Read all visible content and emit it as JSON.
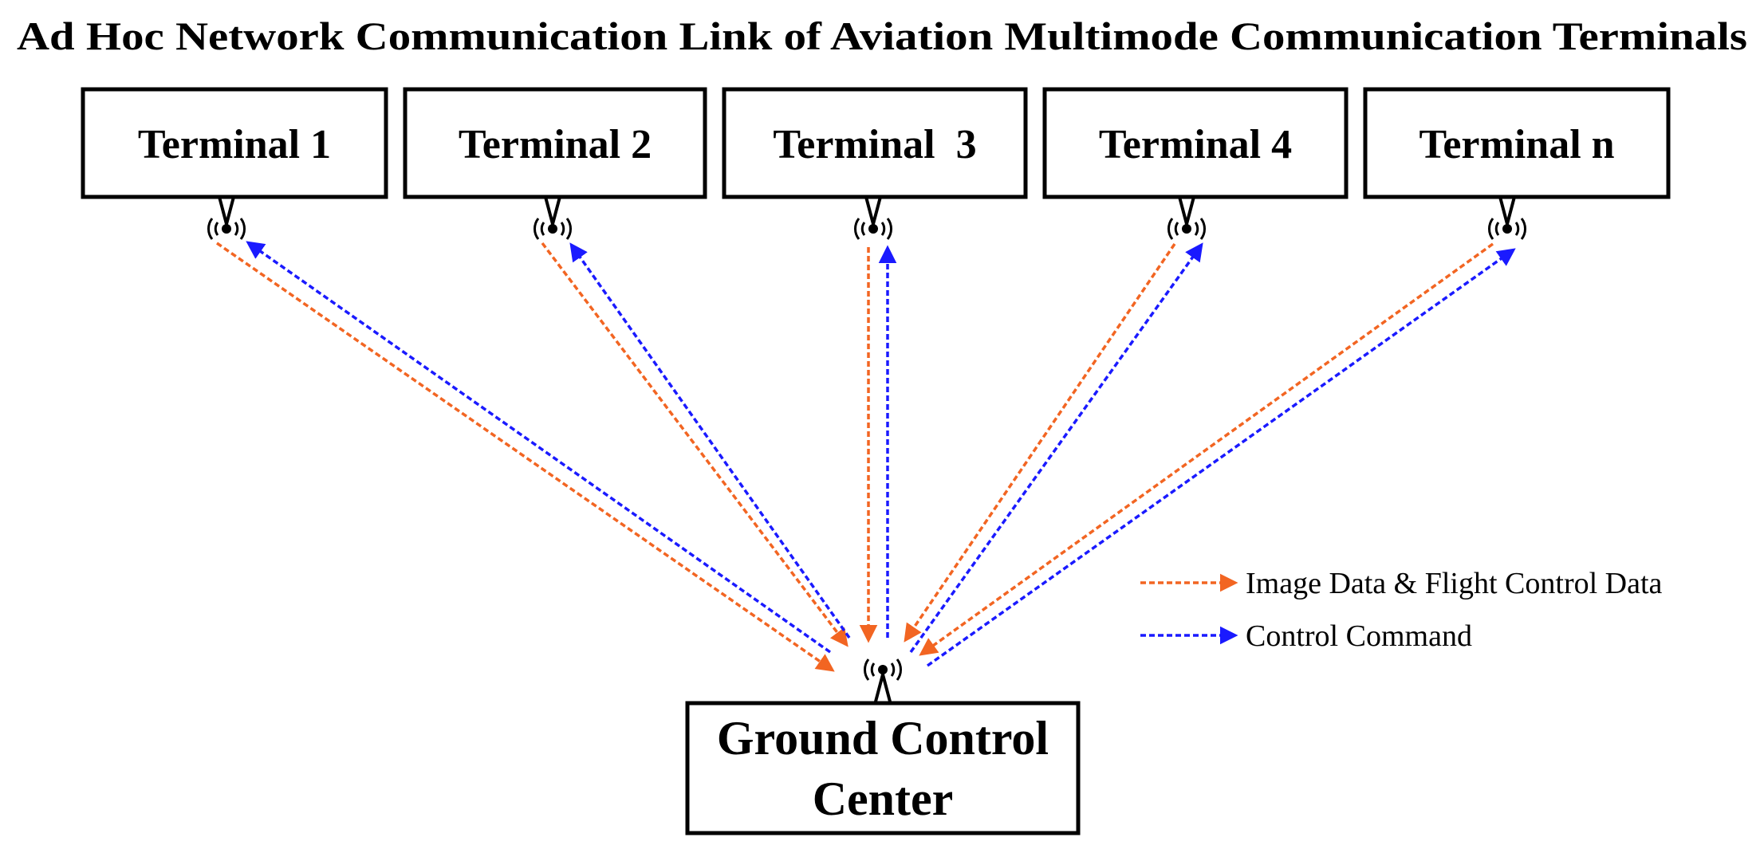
{
  "title": "Ad Hoc Network Communication Link of Aviation Multimode Communication Terminals",
  "terminals": [
    {
      "label": "Terminal 1"
    },
    {
      "label": "Terminal 2"
    },
    {
      "label": "Terminal  3"
    },
    {
      "label": "Terminal 4"
    },
    {
      "label": "Terminal n"
    }
  ],
  "ground_station": {
    "line1": "Ground Control",
    "line2": "Center"
  },
  "legend": {
    "items": [
      {
        "label": "Image Data & Flight Control Data",
        "color": "#f26522"
      },
      {
        "label": "Control Command",
        "color": "#1a1aff"
      }
    ]
  },
  "colors": {
    "uplink": "#f26522",
    "downlink": "#1a1aff",
    "stroke": "#000000"
  },
  "icons": {
    "antenna": "antenna-icon"
  }
}
